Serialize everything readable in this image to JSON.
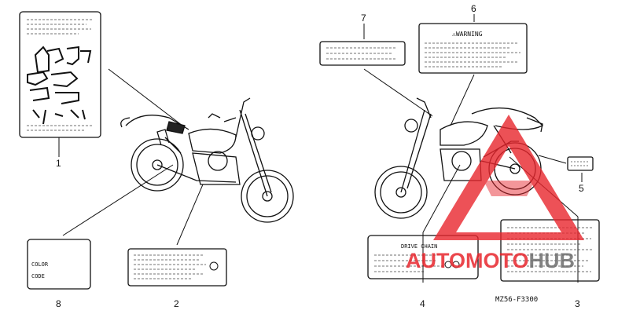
{
  "callouts": [
    "1",
    "2",
    "3",
    "4",
    "5",
    "6",
    "7",
    "8"
  ],
  "labels": {
    "warning": "⚠WARNING",
    "drive_chain": "DRIVE CHAIN",
    "color": "COLOR",
    "code": "CODE"
  },
  "diagram_code": "MZ56-F3300",
  "watermark": {
    "text_red": "AUTOMOTO",
    "text_gray": "HUB",
    "color_red": "#e8262d",
    "color_gray": "#6e6e6e"
  }
}
